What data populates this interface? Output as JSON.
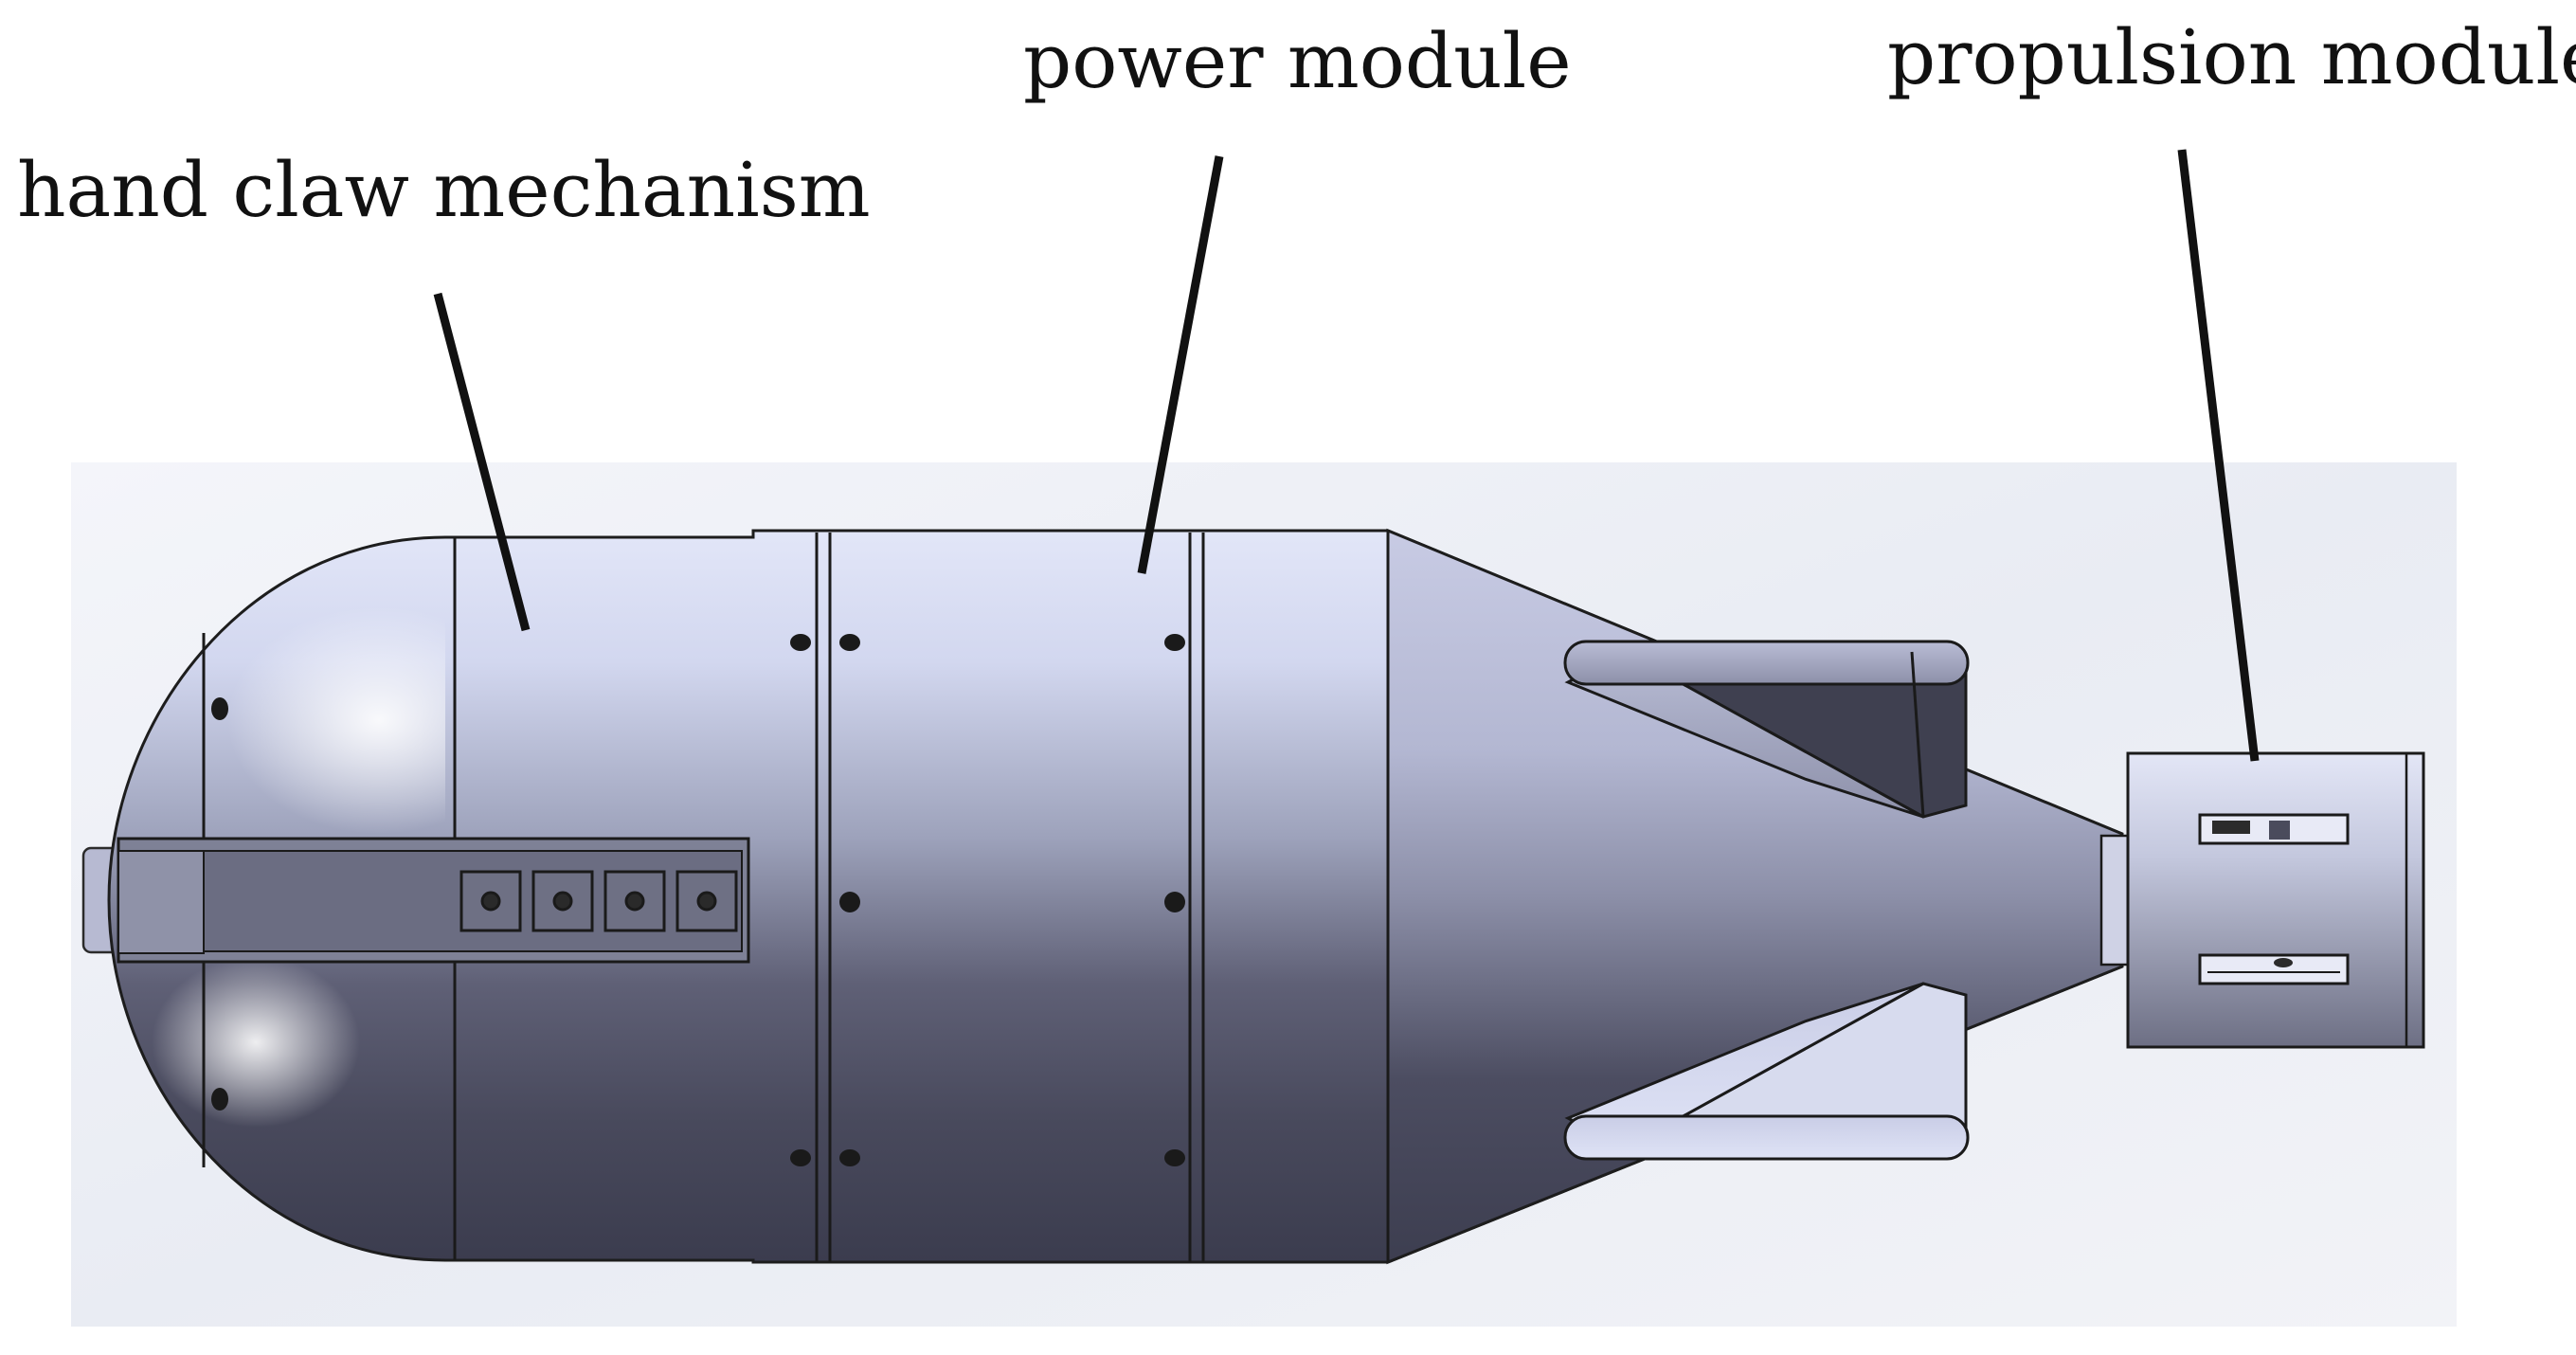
{
  "labels": {
    "hand_claw": "hand claw mechanism",
    "power": "power module",
    "propulsion": "propulsion module"
  },
  "colors": {
    "leader_line": "#111111",
    "hull_light": "#dde2f6",
    "hull_dark": "#3a3b4c",
    "panel_line": "#1a1a1a",
    "background_box": "#eceff5"
  }
}
